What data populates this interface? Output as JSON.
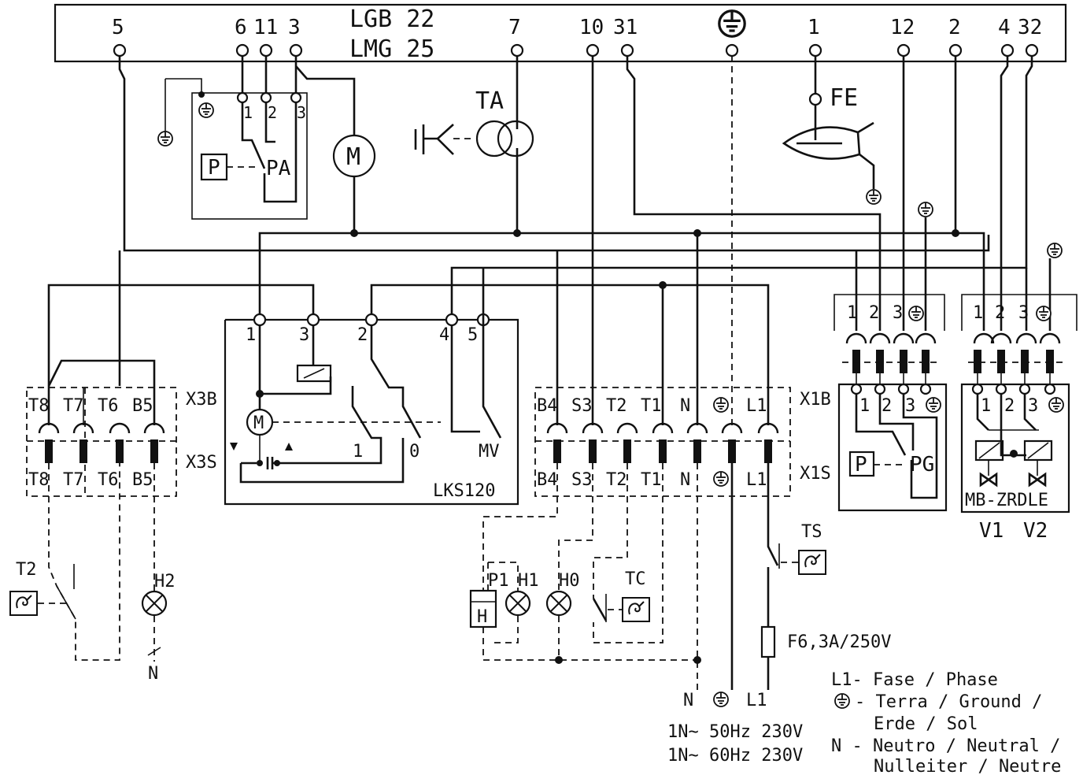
{
  "controller": {
    "model_line1": "LGB 22",
    "model_line2": "LMG 25",
    "terminals": [
      "5",
      "6",
      "11",
      "3",
      "7",
      "10",
      "31",
      "1",
      "12",
      "2",
      "4",
      "32"
    ]
  },
  "components": {
    "transformer": "TA",
    "flame_electrode": "FE",
    "air_pressure_switch": "PA",
    "gas_pressure_switch": "PG",
    "pressure_symbol": "P",
    "motor_symbol": "M",
    "lks_label": "LKS120",
    "lks_terminals": [
      "1",
      "3",
      "2",
      "4",
      "5"
    ],
    "lks_contacts": [
      "1",
      "0",
      "MV"
    ],
    "valve_block": "MB-ZRDLE",
    "valve_labels": [
      "V1",
      "V2"
    ],
    "valve_plug_pins": [
      "1",
      "2",
      "3"
    ],
    "pg_plug_pins": [
      "1",
      "2",
      "3"
    ],
    "pa_pins": [
      "1",
      "2",
      "3"
    ],
    "t2": "T2",
    "h2": "H2",
    "n_h2": "N",
    "p1": "P1",
    "h1": "H1",
    "h0": "H0",
    "hour_counter": "H",
    "tc": "TC",
    "ts": "TS",
    "fuse": "F6,3A/250V"
  },
  "connectors": {
    "x3b": "X3B",
    "x3s": "X3S",
    "x1b": "X1B",
    "x1s": "X1S",
    "x3_pins": [
      "T8",
      "T7",
      "T6",
      "B5"
    ],
    "x1_pins": [
      "B4",
      "S3",
      "T2",
      "T1",
      "N",
      "L1"
    ]
  },
  "supply": {
    "n": "N",
    "l1": "L1",
    "line1": "1N~ 50Hz  230V",
    "line2": "1N~ 60Hz  230V"
  },
  "legend": {
    "l1": "L1- Fase / Phase",
    "ground_a": "- Terra / Ground /",
    "ground_b": "Erde / Sol",
    "neutral_a": "N - Neutro / Neutral /",
    "neutral_b": "Nulleiter / Neutre"
  }
}
